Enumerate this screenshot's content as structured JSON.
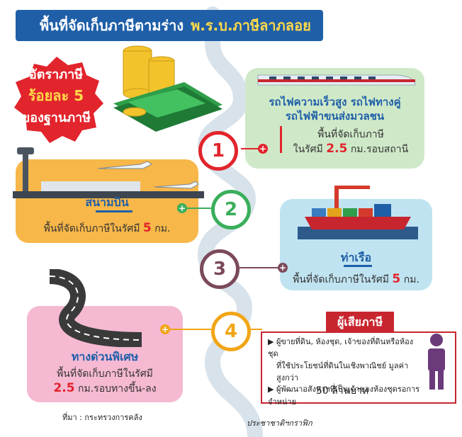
{
  "title": {
    "prefix": "พื้นที่จัดเก็บภาษีตามร่าง",
    "law": "พ.ร.บ.ภาษีลาภลอย"
  },
  "rate_badge": {
    "line1": "อัตราภาษี",
    "line2": "ร้อยละ 5",
    "line3": "ของฐานภาษี"
  },
  "zones": [
    {
      "number": "1",
      "heading_line1": "รถไฟความเร็วสูง รถไฟทางคู่",
      "heading_line2": "รถไฟฟ้าขนส่งมวลชน",
      "desc_line1": "พื้นที่จัดเก็บภาษี",
      "desc_prefix": "ในรัศมี",
      "desc_value": "2.5",
      "desc_suffix": "กม.รอบสถานี",
      "color": "#e2242c"
    },
    {
      "number": "2",
      "heading": "สนามบิน",
      "desc_prefix": "พื้นที่จัดเก็บภาษีในรัศมี",
      "desc_value": "5",
      "desc_suffix": "กม.",
      "color": "#3aae5b"
    },
    {
      "number": "3",
      "heading": "ท่าเรือ",
      "desc_prefix": "พื้นที่จัดเก็บภาษีในรัศมี",
      "desc_value": "5",
      "desc_suffix": "กม.",
      "color": "#7b4a5a"
    },
    {
      "number": "4",
      "heading": "ทางด่วนพิเศษ",
      "desc_line1": "พื้นที่จัดเก็บภาษีในรัศมี",
      "desc_value": "2.5",
      "desc_suffix": "กม.รอบทางขึ้น-ลง",
      "color": "#f2a516"
    }
  ],
  "taxpayer": {
    "tag": "ผู้เสียภาษี",
    "item1_line1": "ผู้ขายที่ดิน, ห้องชุด, เจ้าของที่ดินหรือห้องชุด",
    "item1_line2": "ที่ใช้ประโยชน์ที่ดินในเชิงพาณิชย์ มูลค่าสูงกว่า",
    "item1_line3": "50 ล้านบาท",
    "item2": "ผู้พัฒนาอสังหาฯที่เป็นเจ้าของห้องชุดรอการจำหน่าย"
  },
  "source": "ที่มา : กระทรวงการคลัง",
  "credit": "ประชาชาติฯกราฟิก",
  "colors": {
    "title_bg": "#1f5fa8",
    "road": "#d8e2ea",
    "accent_red": "#e2242c"
  }
}
